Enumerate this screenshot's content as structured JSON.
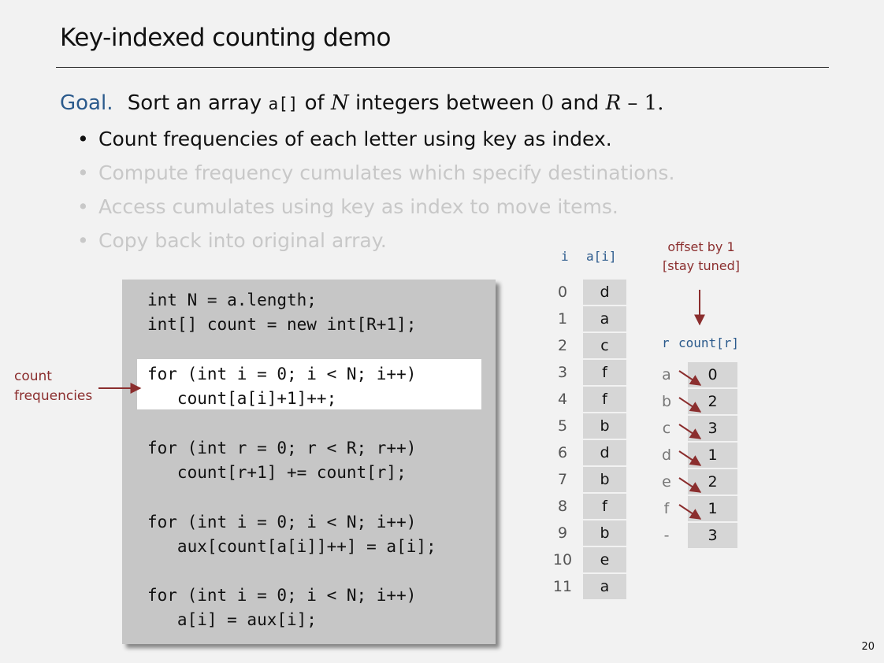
{
  "slide": {
    "title": "Key-indexed counting demo",
    "page_number": "20"
  },
  "goal": {
    "label": "Goal.",
    "t1": "Sort an array ",
    "code": "a[]",
    "t2": " of ",
    "N": "N",
    "t3": " integers between ",
    "zero": "0",
    "t4": " and ",
    "R": "R",
    "t5": " – 1."
  },
  "bullets": [
    "Count frequencies of each letter using key as index.",
    "Compute frequency cumulates which specify destinations.",
    "Access cumulates using key as index to move items.",
    "Copy back into original array."
  ],
  "code_lines": [
    "int N = a.length;",
    "int[] count = new int[R+1];",
    "for (int i = 0; i < N; i++)",
    "   count[a[i]+1]++;",
    "for (int r = 0; r < R; r++)",
    "   count[r+1] += count[r];",
    "for (int i = 0; i < N; i++)",
    "   aux[count[a[i]]++] = a[i];",
    "for (int i = 0; i < N; i++)",
    "   a[i] = aux[i];"
  ],
  "side_label": {
    "line1": "count",
    "line2": "frequencies"
  },
  "array_table": {
    "index_header": "i",
    "value_header": "a[i]",
    "indices": [
      "0",
      "1",
      "2",
      "3",
      "4",
      "5",
      "6",
      "7",
      "8",
      "9",
      "10",
      "11"
    ],
    "values": [
      "d",
      "a",
      "c",
      "f",
      "f",
      "b",
      "d",
      "b",
      "f",
      "b",
      "e",
      "a"
    ]
  },
  "offset_note": {
    "line1": "offset by 1",
    "line2": "[stay tuned]"
  },
  "count_table": {
    "r_header": "r",
    "count_header": "count[r]",
    "labels": [
      "a",
      "b",
      "c",
      "d",
      "e",
      "f",
      "-"
    ],
    "values": [
      "0",
      "2",
      "3",
      "1",
      "2",
      "1",
      "3"
    ]
  },
  "colors": {
    "accent_blue": "#2b5a8c",
    "arrow_red": "#8b2e2e",
    "dim_text": "#c8c8c8"
  }
}
